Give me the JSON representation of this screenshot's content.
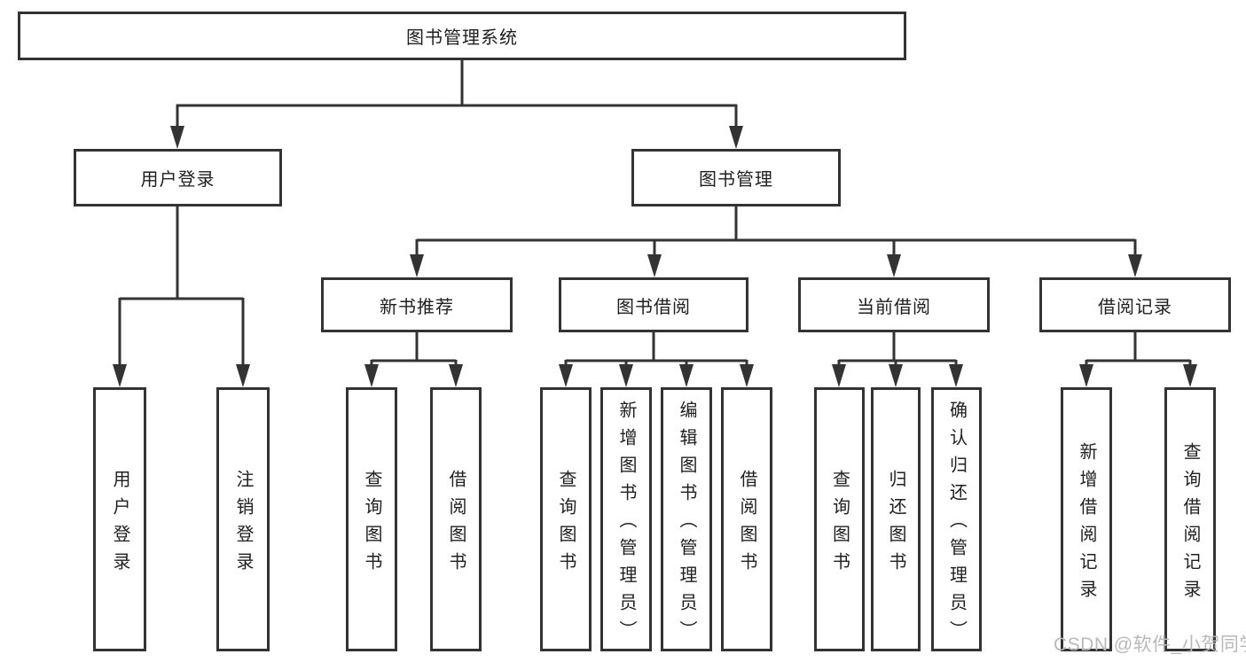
{
  "colors": {
    "line": "#333333",
    "text": "#1f1f1f",
    "watermark": "#b9b9b9",
    "background": "#ffffff"
  },
  "tree": {
    "root": "图书管理系统",
    "branches": [
      {
        "label": "用户登录",
        "leaves": [
          "用户登录",
          "注销登录"
        ]
      },
      {
        "label": "图书管理",
        "groups": [
          {
            "label": "新书推荐",
            "leaves": [
              "查询图书",
              "借阅图书"
            ]
          },
          {
            "label": "图书借阅",
            "leaves": [
              "查询图书",
              "新增图书（管理员）",
              "编辑图书（管理员）",
              "借阅图书"
            ]
          },
          {
            "label": "当前借阅",
            "leaves": [
              "查询图书",
              "归还图书",
              "确认归还（管理员）"
            ]
          },
          {
            "label": "借阅记录",
            "leaves": [
              "新增借阅记录",
              "查询借阅记录"
            ]
          }
        ]
      }
    ]
  },
  "watermark": "CSDN @软件_小贺同学"
}
